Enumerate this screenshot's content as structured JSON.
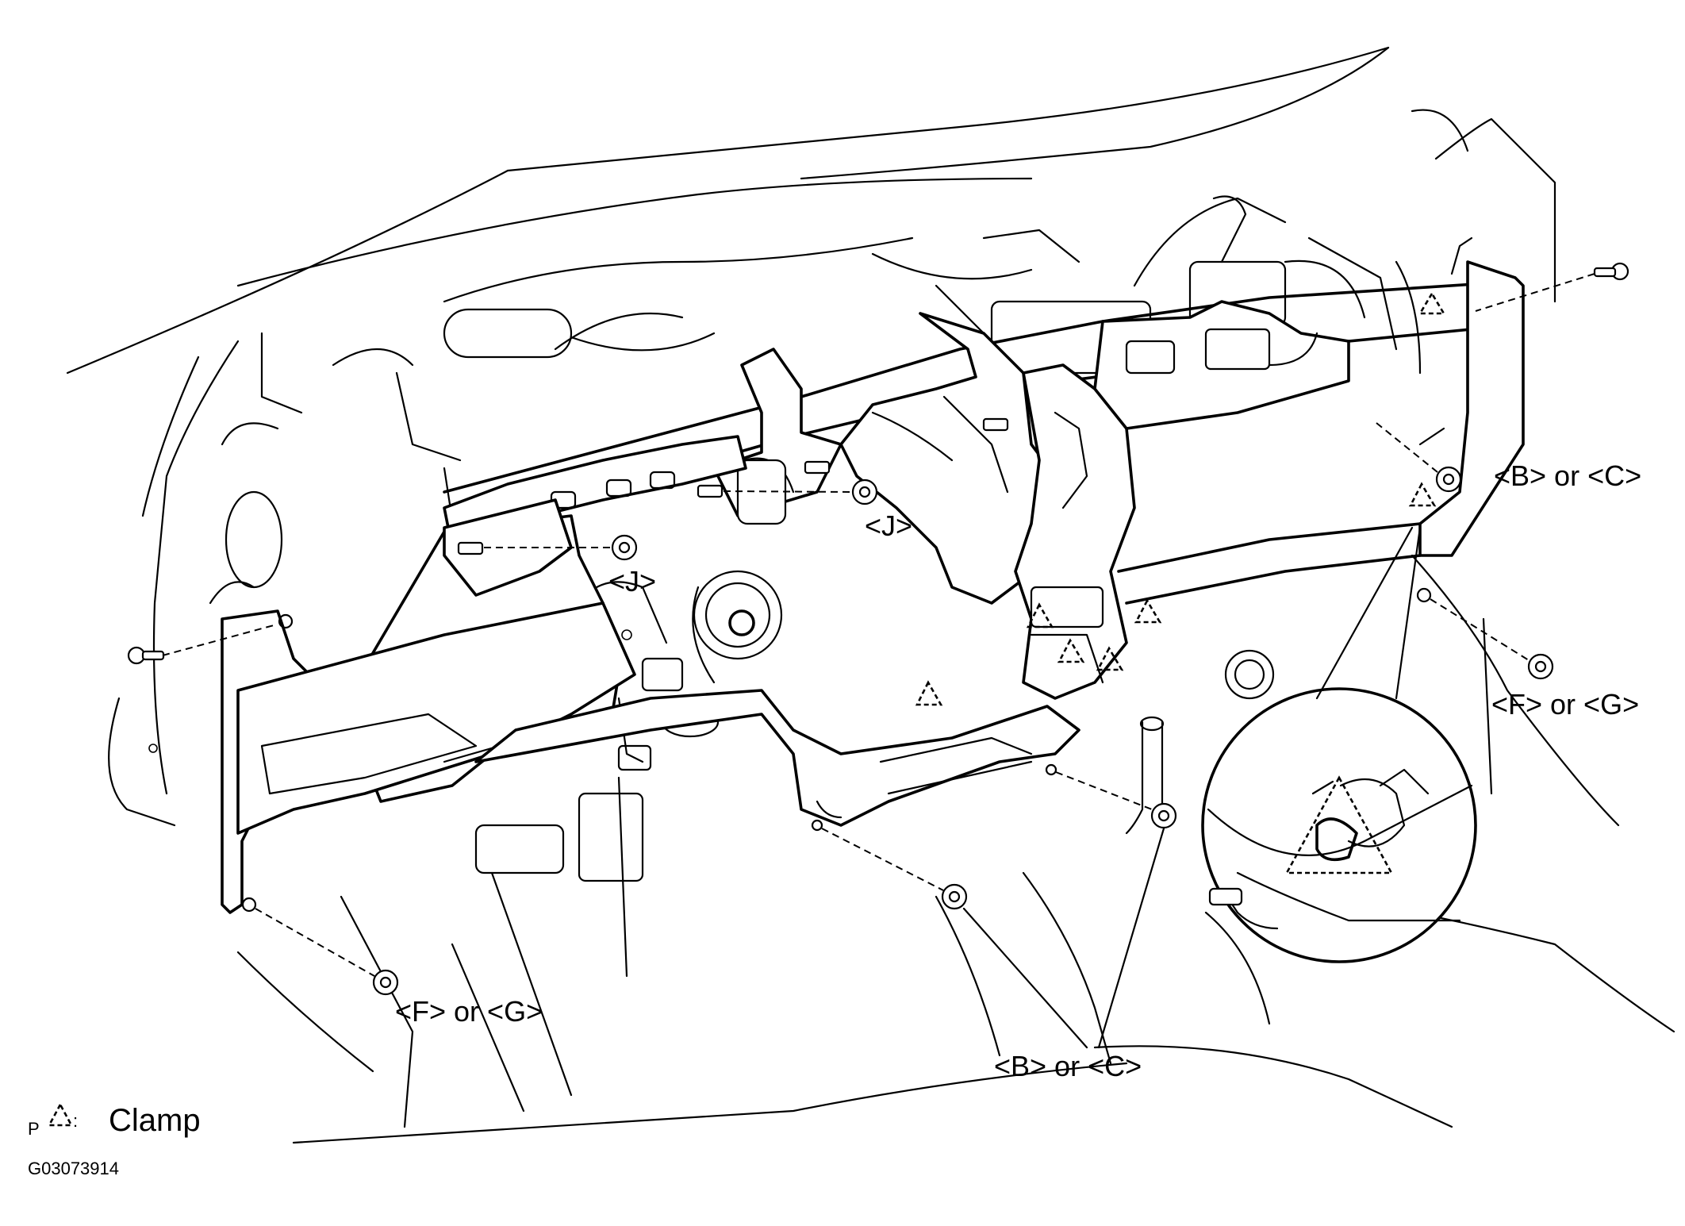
{
  "labels": {
    "bc_right": "<B> or <C>",
    "j_upper": "<J>",
    "j_lower": "<J>",
    "fg_right": "<F> or <G>",
    "fg_left": "<F> or <G>",
    "bc_bottom": "<B> or <C>"
  },
  "legend": {
    "prefix": "P",
    "separator": ":",
    "text": "Clamp",
    "symbol": "clamp-triangle-icon"
  },
  "figure_id": "G03073914"
}
